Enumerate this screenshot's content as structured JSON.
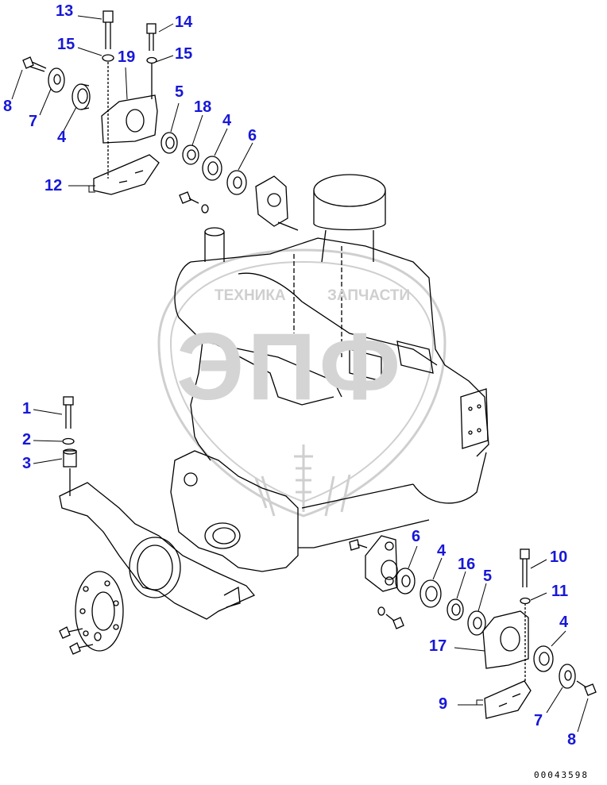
{
  "colors": {
    "callout": "#1717d8",
    "line": "#000000",
    "watermark": "#c8c8c8",
    "background": "#ffffff"
  },
  "watermark": {
    "top_text": "ТЕХНИКА",
    "top_text_right": "ЗАПЧАСТИ",
    "logo_text": "ЭПФ"
  },
  "document_number": "00043598",
  "callouts": {
    "c13": "13",
    "c14": "14",
    "c15a": "15",
    "c15b": "15",
    "c19": "19",
    "c8a": "8",
    "c7a": "7",
    "c4a": "4",
    "c5a": "5",
    "c18": "18",
    "c4b": "4",
    "c6a": "6",
    "c12": "12",
    "c1": "1",
    "c2": "2",
    "c3": "3",
    "c6b": "6",
    "c4c": "4",
    "c16": "16",
    "c5b": "5",
    "c10": "10",
    "c11": "11",
    "c4d": "4",
    "c17": "17",
    "c9": "9",
    "c7b": "7",
    "c8b": "8"
  }
}
